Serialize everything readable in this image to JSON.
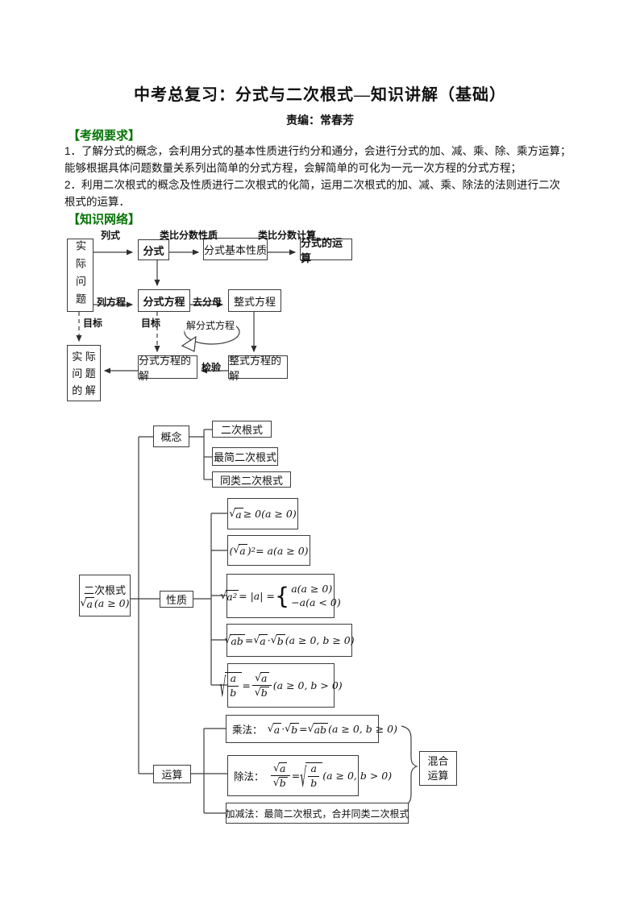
{
  "page": {
    "title": "中考总复习：分式与二次根式—知识讲解（基础）",
    "editor": "责编：常春芳"
  },
  "sections": {
    "kaogang": "【考纲要求】",
    "zhishi": "【知识网络】"
  },
  "colors": {
    "header_green": "#077407"
  },
  "requirements": {
    "lines": [
      "1．了解分式的概念，会利用分式的基本性质进行约分和通分，会进行分式的加、减、乘、除、乘方运算；",
      "能够根据具体问题数量关系列出简单的分式方程，会解简单的可化为一元一次方程的分式方程；",
      "2．利用二次根式的概念及性质进行二次根式的化简，运用二次根式的加、减、乘、除法的法则进行二次",
      "根式的运算．"
    ]
  },
  "flow1": {
    "boxes": {
      "shiji": "实际问题",
      "fenshi": "分式",
      "jiben": "分式基本性质",
      "yunsuan": "分式的运算",
      "fsfc": "分式方程",
      "zsfc": "整式方程",
      "sjjie": "实 际\n问 题\n的 解",
      "fsjie": "分式方程的解",
      "zsjie": "整式方程的解"
    },
    "labels": {
      "lieshi": "列式",
      "leibi_xingzhi": "类比分数性质",
      "leibi_jisuan": "类比分数计算",
      "liefangcheng": "列方程",
      "qufenmu": "去分母",
      "mubiao1": "目标",
      "mubiao2": "目标",
      "jiefsfc": "解分式方程",
      "jianyan": "检验"
    }
  },
  "flow2": {
    "root_label": "二次根式",
    "root_formula": [
      {
        "t": "sqrt",
        "c": [
          {
            "t": "v",
            "v": "a"
          }
        ]
      },
      {
        "t": "v",
        "v": "(a ≥ 0)"
      }
    ],
    "gainian": "概念",
    "xingzhi": "性质",
    "yunsuan": "运算",
    "hunhe": "混合\n运算",
    "concepts": [
      "二次根式",
      "最简二次根式",
      "同类二次根式"
    ],
    "properties": [
      [
        {
          "t": "sqrt",
          "c": [
            {
              "t": "v",
              "v": "a"
            }
          ]
        },
        {
          "t": "v",
          "v": " ≥ 0(a ≥ 0)"
        }
      ],
      [
        {
          "t": "v",
          "v": "("
        },
        {
          "t": "sqrt",
          "c": [
            {
              "t": "v",
              "v": "a"
            }
          ]
        },
        {
          "t": "v",
          "v": ")"
        },
        {
          "t": "sup",
          "v": "2"
        },
        {
          "t": "v",
          "v": " = a(a ≥ 0)"
        }
      ],
      [
        {
          "t": "sqrt",
          "c": [
            {
              "t": "v",
              "v": "a"
            },
            {
              "t": "sup",
              "v": "2"
            }
          ]
        },
        {
          "t": "v",
          "v": " = |a| = "
        },
        {
          "t": "cases",
          "rows": [
            [
              {
                "t": "v",
                "v": "a(a ≥ 0)"
              }
            ],
            [
              {
                "t": "v",
                "v": "−a(a < 0)"
              }
            ]
          ]
        }
      ],
      [
        {
          "t": "sqrt",
          "c": [
            {
              "t": "v",
              "v": "ab"
            }
          ]
        },
        {
          "t": "v",
          "v": " = "
        },
        {
          "t": "sqrt",
          "c": [
            {
              "t": "v",
              "v": "a"
            }
          ]
        },
        {
          "t": "v",
          "v": " · "
        },
        {
          "t": "sqrt",
          "c": [
            {
              "t": "v",
              "v": "b"
            }
          ]
        },
        {
          "t": "v",
          "v": "(a ≥ 0, b ≥ 0)"
        }
      ],
      [
        {
          "t": "sqrt",
          "c": [
            {
              "t": "frac",
              "num": [
                {
                  "t": "v",
                  "v": "a"
                }
              ],
              "den": [
                {
                  "t": "v",
                  "v": "b"
                }
              ]
            }
          ]
        },
        {
          "t": "v",
          "v": " = "
        },
        {
          "t": "frac",
          "num": [
            {
              "t": "sqrt",
              "c": [
                {
                  "t": "v",
                  "v": "a"
                }
              ]
            }
          ],
          "den": [
            {
              "t": "sqrt",
              "c": [
                {
                  "t": "v",
                  "v": "b"
                }
              ]
            }
          ]
        },
        {
          "t": "v",
          "v": "(a ≥ 0, b > 0)"
        }
      ]
    ],
    "operations": [
      [
        {
          "t": "cn",
          "v": "乘法：　"
        },
        {
          "t": "sqrt",
          "c": [
            {
              "t": "v",
              "v": "a"
            }
          ]
        },
        {
          "t": "v",
          "v": " · "
        },
        {
          "t": "sqrt",
          "c": [
            {
              "t": "v",
              "v": "b"
            }
          ]
        },
        {
          "t": "v",
          "v": " = "
        },
        {
          "t": "sqrt",
          "c": [
            {
              "t": "v",
              "v": "ab"
            }
          ]
        },
        {
          "t": "v",
          "v": "(a ≥ 0, b ≥ 0)"
        }
      ],
      [
        {
          "t": "cn",
          "v": "除法：　"
        },
        {
          "t": "frac",
          "num": [
            {
              "t": "sqrt",
              "c": [
                {
                  "t": "v",
                  "v": "a"
                }
              ]
            }
          ],
          "den": [
            {
              "t": "sqrt",
              "c": [
                {
                  "t": "v",
                  "v": "b"
                }
              ]
            }
          ]
        },
        {
          "t": "v",
          "v": " = "
        },
        {
          "t": "sqrt",
          "c": [
            {
              "t": "frac",
              "num": [
                {
                  "t": "v",
                  "v": "a"
                }
              ],
              "den": [
                {
                  "t": "v",
                  "v": "b"
                }
              ]
            }
          ]
        },
        {
          "t": "v",
          "v": "(a ≥ 0, b > 0)"
        }
      ],
      [
        {
          "t": "cn",
          "v": "加减法：最简二次根式，合并同类二次根式"
        }
      ]
    ]
  }
}
